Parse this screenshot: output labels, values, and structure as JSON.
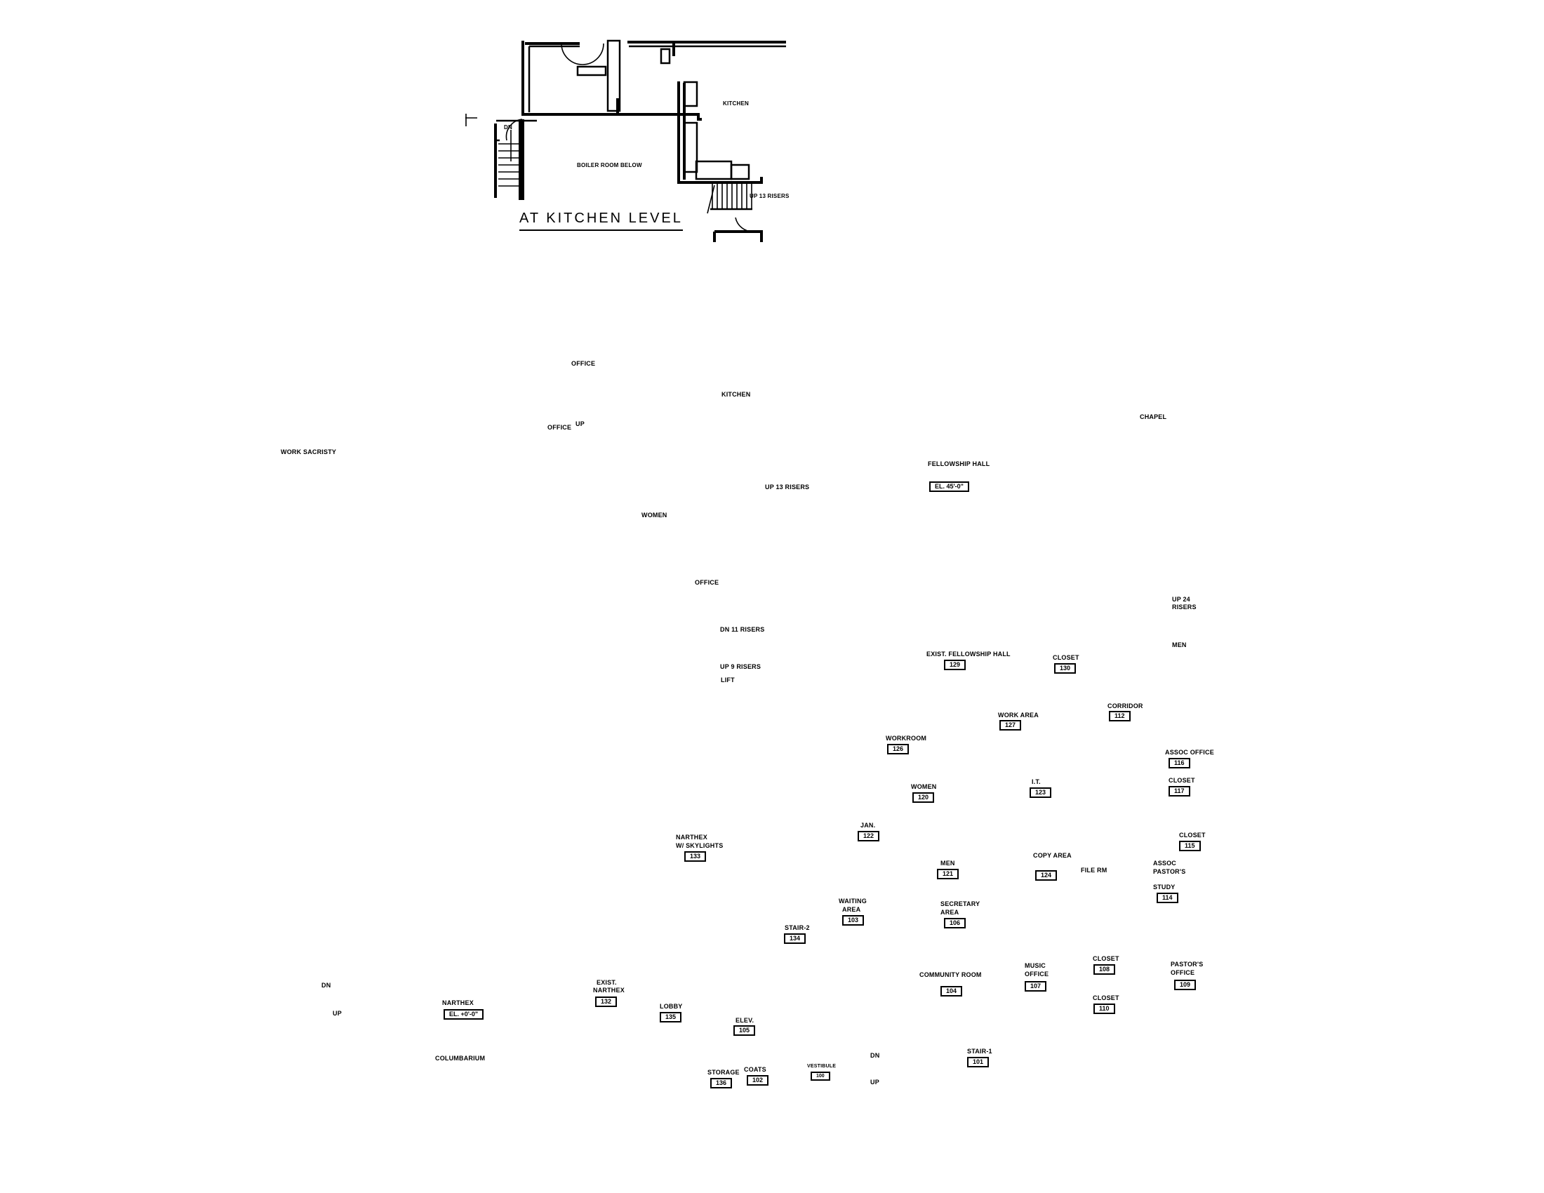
{
  "kitchen_level": {
    "title": "AT KITCHEN LEVEL",
    "labels": {
      "kitchen": "KITCHEN",
      "boiler": "BOILER ROOM BELOW",
      "dn": "DN",
      "up13": "UP 13 RISERS"
    }
  },
  "main_plan": {
    "rooms": {
      "office_top": "OFFICE",
      "office_small": "OFFICE",
      "work_sacristy": "WORK SACRISTY",
      "kitchen": "KITCHEN",
      "up13": "UP 13 RISERS",
      "women": "WOMEN",
      "office_mid": "OFFICE",
      "dn11": "DN 11 RISERS",
      "up9": "UP 9 RISERS",
      "lift": "LIFT",
      "up_small": "UP",
      "fellowship_hall": "FELLOWSHIP HALL",
      "fellowship_el": "EL. 45'-0\"",
      "exist_fellowship": "EXIST. FELLOWSHIP HALL",
      "exist_fellowship_num": "129",
      "closet_130": "CLOSET",
      "closet_130_num": "130",
      "chapel": "CHAPEL",
      "up24_a": "UP 24",
      "up24_b": "RISERS",
      "men_upper": "MEN",
      "corridor": "CORRIDOR",
      "corridor_num": "112",
      "work_area": "WORK AREA",
      "work_area_num": "127",
      "workroom": "WORKROOM",
      "workroom_num": "126",
      "assoc_office": "ASSOC OFFICE",
      "assoc_office_num": "116",
      "closet_117": "CLOSET",
      "closet_117_num": "117",
      "women_120": "WOMEN",
      "women_120_num": "120",
      "it": "I.T.",
      "it_num": "123",
      "janitor": "JAN.",
      "janitor_num": "122",
      "men_121": "MEN",
      "men_121_num": "121",
      "copy_area": "COPY AREA",
      "copy_area_num": "124",
      "closet_115": "CLOSET",
      "closet_115_num": "115",
      "assoc_pastor_a": "ASSOC",
      "assoc_pastor_b": "PASTOR'S",
      "assoc_pastor_c": "STUDY",
      "assoc_pastor_num": "114",
      "file_area": "FILE RM",
      "waiting_a": "WAITING",
      "waiting_b": "AREA",
      "waiting_num": "103",
      "secretary_a": "SECRETARY",
      "secretary_b": "AREA",
      "secretary_num": "106",
      "narthex_sky_a": "NARTHEX",
      "narthex_sky_b": "W/ SKYLIGHTS",
      "narthex_sky_num": "133",
      "stair2": "STAIR-2",
      "stair2_num": "134",
      "community_room": "COMMUNITY ROOM",
      "community_room_num": "104",
      "music_office_a": "MUSIC",
      "music_office_b": "OFFICE",
      "music_office_num": "107",
      "closet_108": "CLOSET",
      "closet_108_num": "108",
      "closet_110": "CLOSET",
      "closet_110_num": "110",
      "pastors_office_a": "PASTOR'S",
      "pastors_office_b": "OFFICE",
      "pastors_office_num": "109",
      "stair1": "STAIR-1",
      "stair1_num": "101",
      "narthex": "NARTHEX",
      "narthex_el": "EL. +0'-0\"",
      "columbarium": "COLUMBARIUM",
      "exist_narthex_a": "EXIST.",
      "exist_narthex_b": "NARTHEX",
      "exist_narthex_num": "132",
      "lobby": "LOBBY",
      "lobby_num": "135",
      "elev": "ELEV.",
      "elev_num": "105",
      "storage": "STORAGE",
      "storage_num": "136",
      "coats": "COATS",
      "coats_num": "102",
      "vestibule": "VESTIBULE",
      "vestibule_num": "100",
      "dn": "DN",
      "up": "UP"
    }
  },
  "colors": {
    "wall": "#000000",
    "new_construction_grid": "#8a8a8a",
    "background": "#ffffff"
  }
}
